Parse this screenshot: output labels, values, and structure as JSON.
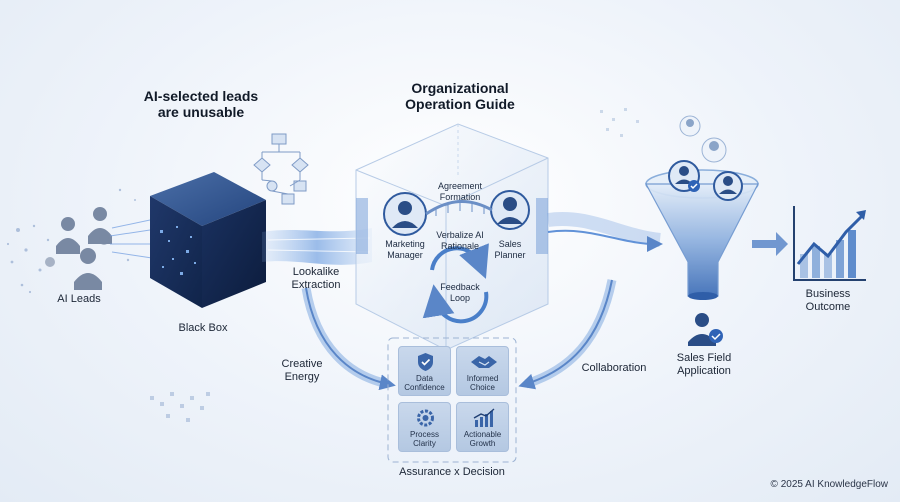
{
  "labels": {
    "ai_selected_title_line1": "AI-selected leads",
    "ai_selected_title_line2": "are unusable",
    "org_guide_line1": "Organizational",
    "org_guide_line2": "Operation Guide",
    "agreement_line1": "Agreement",
    "agreement_line2": "Formation",
    "marketing_line1": "Marketing",
    "marketing_line2": "Manager",
    "verbalize_line1": "Verbalize AI",
    "verbalize_line2": "Rationale",
    "sales_planner_line1": "Sales",
    "sales_planner_line2": "Planner",
    "feedback_line1": "Feedback",
    "feedback_line2": "Loop",
    "lookalike_line1": "Lookalike",
    "lookalike_line2": "Extraction",
    "ai_leads": "AI Leads",
    "black_box": "Black Box",
    "creative_line1": "Creative",
    "creative_line2": "Energy",
    "collaboration": "Collaboration",
    "sales_field_line1": "Sales Field",
    "sales_field_line2": "Application",
    "business_line1": "Business",
    "business_line2": "Outcome",
    "assurance": "Assurance x Decision"
  },
  "tiles": [
    {
      "icon": "shield-check-icon",
      "line1": "Data",
      "line2": "Confidence"
    },
    {
      "icon": "handshake-icon",
      "line1": "Informed",
      "line2": "Choice"
    },
    {
      "icon": "gear-icon",
      "line1": "Process",
      "line2": "Clarity"
    },
    {
      "icon": "growth-chart-icon",
      "line1": "Actionable",
      "line2": "Growth"
    }
  ],
  "copyright": "© 2025 AI KnowledgeFlow",
  "colors": {
    "accent": "#2f63b6",
    "dark_cube": "#1b3566",
    "light_blue": "#9dbce4"
  }
}
